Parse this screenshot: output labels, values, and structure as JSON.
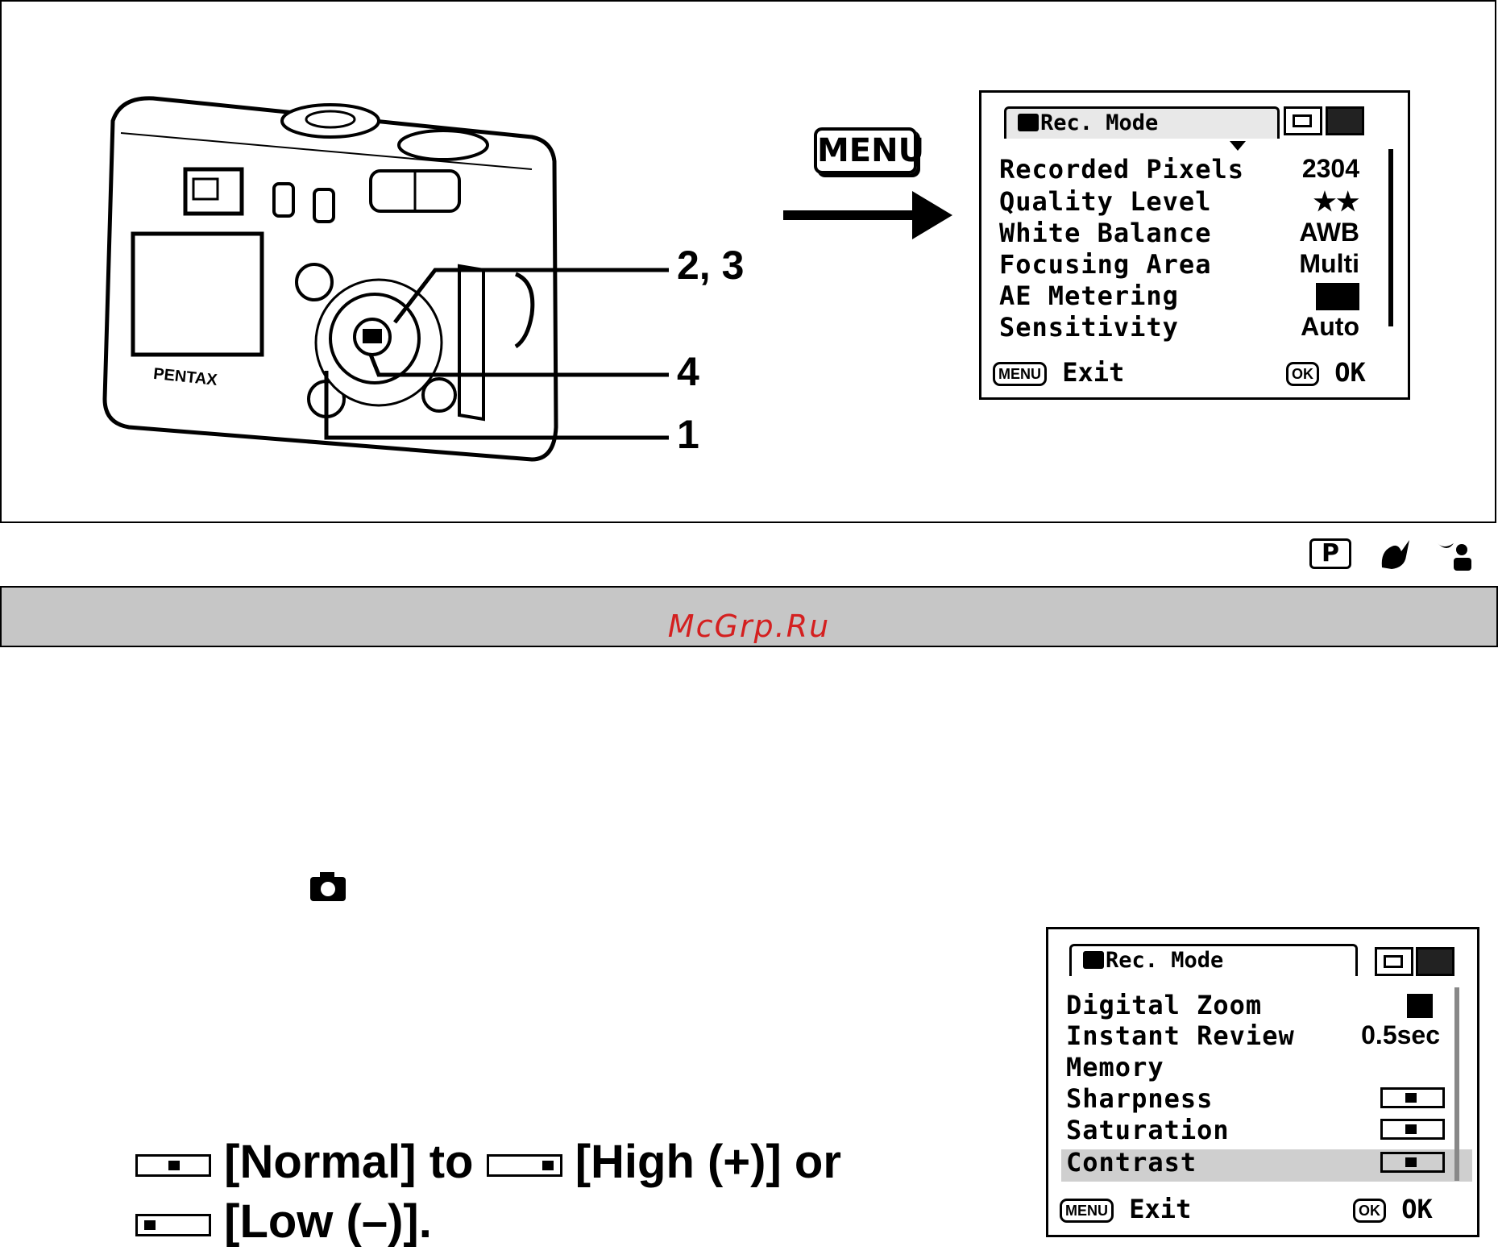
{
  "watermark": "McGrp.Ru",
  "diagram": {
    "menu_button_label": "MENU",
    "brand": "PENTAX",
    "callouts": [
      "2, 3",
      "4",
      "1"
    ]
  },
  "menu_screen_1": {
    "tab_title": "Rec. Mode",
    "items": [
      {
        "label": "Recorded Pixels",
        "value": "2304"
      },
      {
        "label": "Quality Level",
        "value": "★★"
      },
      {
        "label": "White Balance",
        "value": "AWB"
      },
      {
        "label": "Focusing Area",
        "value": "Multi"
      },
      {
        "label": "AE Metering",
        "value": ""
      },
      {
        "label": "Sensitivity",
        "value": "Auto"
      }
    ],
    "footer_menu_pill": "MENU",
    "footer_exit": "Exit",
    "footer_ok_pill": "OK",
    "footer_ok": "OK"
  },
  "mode_icons": [
    "P",
    "portrait-flash-icon",
    "night-scene-icon"
  ],
  "menu_screen_2": {
    "tab_title": "Rec. Mode",
    "items": [
      {
        "label": "Digital Zoom",
        "value": ""
      },
      {
        "label": "Instant Review",
        "value": "0.5sec"
      },
      {
        "label": "Memory",
        "value": ""
      },
      {
        "label": "Sharpness",
        "value": ""
      },
      {
        "label": "Saturation",
        "value": ""
      },
      {
        "label": "Contrast",
        "value": ""
      }
    ],
    "highlighted_index": 5,
    "footer_menu_pill": "MENU",
    "footer_exit": "Exit",
    "footer_ok_pill": "OK",
    "footer_ok": "OK"
  },
  "instruction": {
    "line1_a": "[Normal] to",
    "line1_b": "[High (+)] or",
    "line2": "[Low (–)]."
  }
}
